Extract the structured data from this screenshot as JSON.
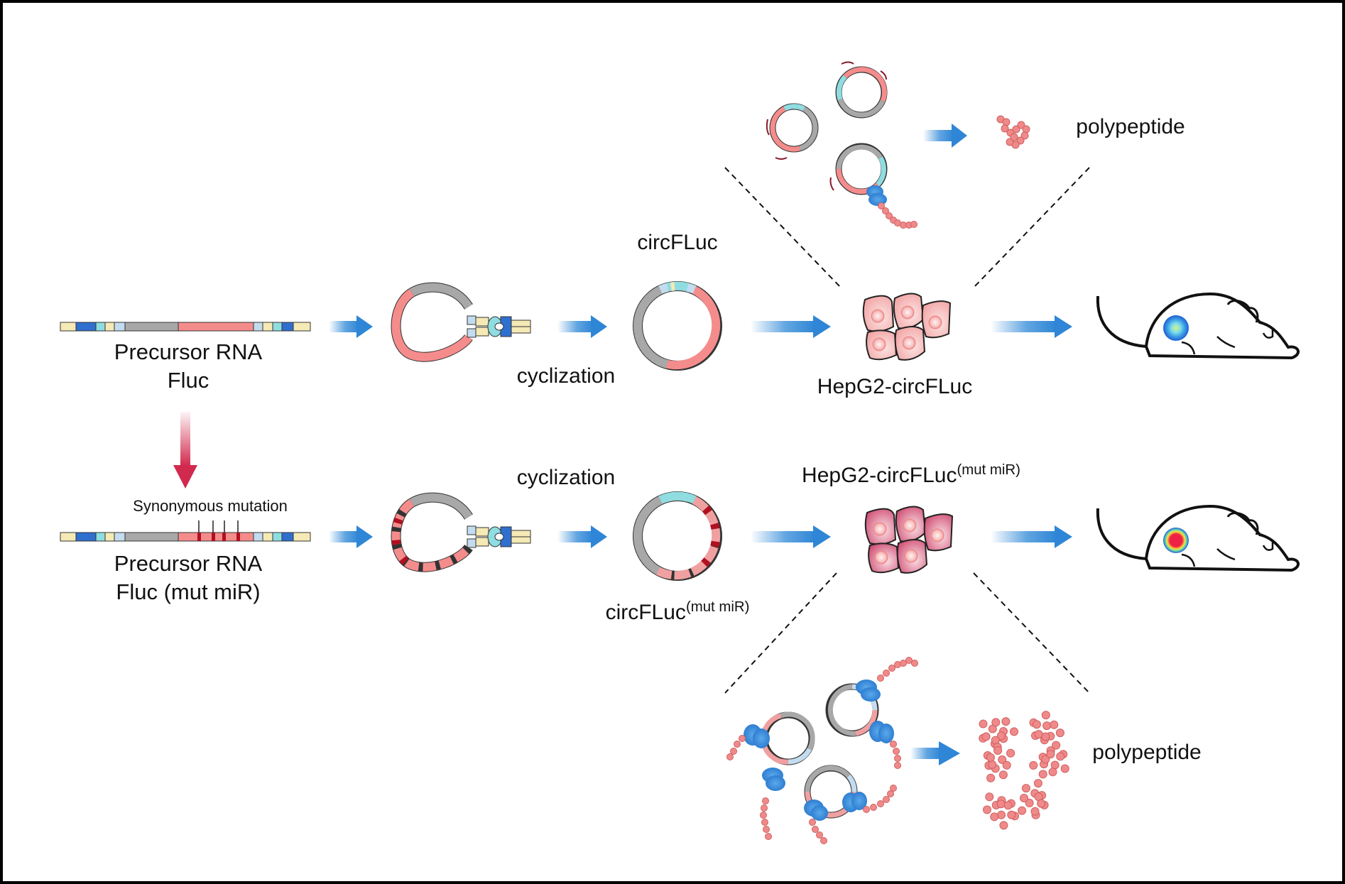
{
  "figure": {
    "rows": [
      {
        "id": "wild-type",
        "precursor_label_line1": "Precursor RNA",
        "precursor_label_line2": "Fluc",
        "step_label": "cyclization",
        "circ_label": "circFLuc",
        "circ_label_sup": "",
        "cell_label": "HepG2-circFLuc",
        "cell_label_sup": "",
        "polypeptide_label": "polypeptide",
        "signal": "low"
      },
      {
        "id": "mutant",
        "mutation_label": "Synonymous mutation",
        "precursor_label_line1": "Precursor RNA",
        "precursor_label_line2": "Fluc (mut miR)",
        "step_label": "cyclization",
        "circ_label": "circFLuc",
        "circ_label_sup": "(mut miR)",
        "cell_label": "HepG2-circFLuc",
        "cell_label_sup": "(mut miR)",
        "polypeptide_label": "polypeptide",
        "signal": "high"
      }
    ],
    "icons": [
      "rna-bar-icon",
      "hairpin-loop-icon",
      "circular-rna-icon",
      "hepg2-cells-icon",
      "mouse-icon",
      "ribosome-icon",
      "polypeptide-icon",
      "mirna-icon",
      "flow-arrow-icon",
      "mutation-arrow-icon"
    ],
    "colors": {
      "flow_arrow": "#3a8fd9",
      "mutation_arrow": "#d22a4e",
      "rna_gray": "#a8a8a8",
      "rna_pink": "#f08c8c",
      "rna_mut": "#b01020",
      "rna_blue": "#2f6fce",
      "rna_cyan": "#8fdde0",
      "rna_lightblue": "#c3dcef",
      "rna_cream": "#f5e9b5",
      "cell_wt": "#f4a6a6",
      "cell_mut": "#d9577a",
      "ribosome": "#3b8fdc",
      "bead": "#f08a8a"
    }
  }
}
